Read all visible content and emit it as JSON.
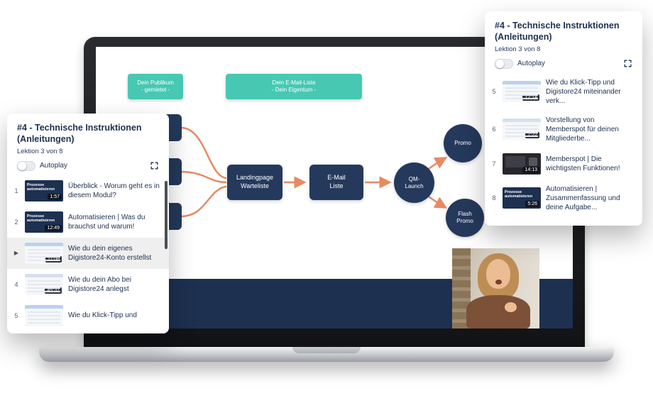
{
  "colors": {
    "navy": "#1d3050",
    "teal": "#47c8b3",
    "orange": "#e78a63"
  },
  "flowchart": {
    "audience_box": {
      "line1": "Dein Publikum",
      "line2": "- gemietet -"
    },
    "email_top_box": {
      "line1": "Dein E-Mail-Liste",
      "line2": "- Dein Eigentum -"
    },
    "landingpage_box": {
      "line1": "Landingpage",
      "line2": "Warteliste"
    },
    "email_list_box": {
      "line1": "E-Mail",
      "line2": "Liste"
    },
    "qm_launch_circle": {
      "line1": "QM-",
      "line2": "Launch"
    },
    "promo_circle": {
      "line1": "Promo"
    },
    "flash_promo_circle": {
      "line1": "Flash",
      "line2": "Promo"
    }
  },
  "left_panel": {
    "title": "#4 - Technische Instruktionen (Anleitungen)",
    "subtitle": "Lektion 3 von 8",
    "autoplay_label": "Autoplay",
    "items": [
      {
        "num": "1",
        "title": "Überblick - Worum geht es in diesem Modul?",
        "duration": "1:57",
        "thumb_label": "Prozesse automatisieren"
      },
      {
        "num": "2",
        "title": "Automatisieren | Was du brauchst und warum!",
        "duration": "12:49",
        "thumb_label": "Prozesse automatisieren"
      },
      {
        "title": "Wie du dein eigenes Digistore24-Konto erstellst",
        "duration": "11:08",
        "play_icon": "▶"
      },
      {
        "num": "4",
        "title": "Wie du dein Abo bei Digistore24 anlegst",
        "duration": "45:31"
      },
      {
        "num": "5",
        "title": "Wie du Klick-Tipp und",
        "duration": ""
      }
    ]
  },
  "right_panel": {
    "title": "#4 - Technische Instruktionen (Anleitungen)",
    "subtitle": "Lektion 3 von 8",
    "autoplay_label": "Autoplay",
    "items": [
      {
        "num": "5",
        "title": "Wie du Klick-Tipp und Digistore24 miteinander verk...",
        "duration": "12:14"
      },
      {
        "num": "6",
        "title": "Vorstellung von Memberspot für deinen Mitgliederbe...",
        "duration": "7:22"
      },
      {
        "num": "7",
        "title": "Memberspot | Die wichtigsten Funktionen!",
        "duration": "14:13"
      },
      {
        "num": "8",
        "title": "Automatisieren | Zusammenfassung und deine Aufgabe...",
        "duration": "5:26",
        "thumb_label": "Prozesse automatisieren"
      }
    ]
  }
}
